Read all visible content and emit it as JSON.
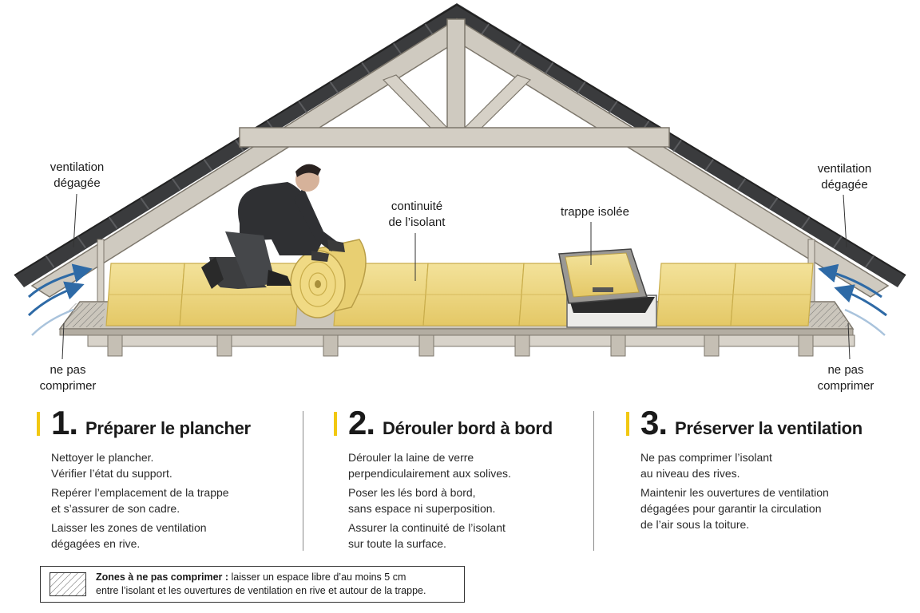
{
  "colors": {
    "insulation": "#ecd680",
    "insulation_dark": "#c9ad4b",
    "wood": "#cfcac0",
    "wood_dark": "#7d776c",
    "roof_tile": "#3a3b3d",
    "accent_yellow": "#f2c811",
    "arrow_blue": "#2e6aa6"
  },
  "callouts": {
    "vent_left": [
      "ventilation",
      "dégagée"
    ],
    "vent_right": [
      "ventilation",
      "dégagée"
    ],
    "continuity": [
      "continuité",
      "de l’isolant"
    ],
    "hatch": [
      "trappe isolée"
    ],
    "compress_left": [
      "ne pas",
      "comprimer"
    ],
    "compress_right": [
      "ne pas",
      "comprimer"
    ]
  },
  "steps": [
    {
      "number": "1.",
      "title": "Préparer le plancher",
      "paragraphs": [
        [
          "Nettoyer le plancher.",
          "Vérifier l’état du support."
        ],
        [
          "Repérer l’emplacement de la trappe",
          "et s’assurer de son cadre."
        ],
        [
          "Laisser les zones de ventilation",
          "dégagées en rive."
        ]
      ]
    },
    {
      "number": "2.",
      "title": "Dérouler bord à bord",
      "paragraphs": [
        [
          "Dérouler la laine de verre",
          "perpendiculairement aux solives."
        ],
        [
          "Poser les lés bord à bord,",
          "sans espace ni superposition."
        ],
        [
          "Assurer la continuité de l’isolant",
          "sur toute la surface."
        ]
      ]
    },
    {
      "number": "3.",
      "title": "Préserver la ventilation",
      "paragraphs": [
        [
          "Ne pas comprimer l’isolant",
          "au niveau des rives."
        ],
        [
          "Maintenir les ouvertures de ventilation",
          "dégagées pour garantir la circulation",
          "de l’air sous la toiture."
        ]
      ]
    }
  ],
  "legend": {
    "bold": "Zones à ne pas comprimer :",
    "line1": " laisser un espace libre d’au moins 5 cm",
    "line2": "entre l’isolant et les ouvertures de ventilation en rive et autour de la trappe."
  }
}
